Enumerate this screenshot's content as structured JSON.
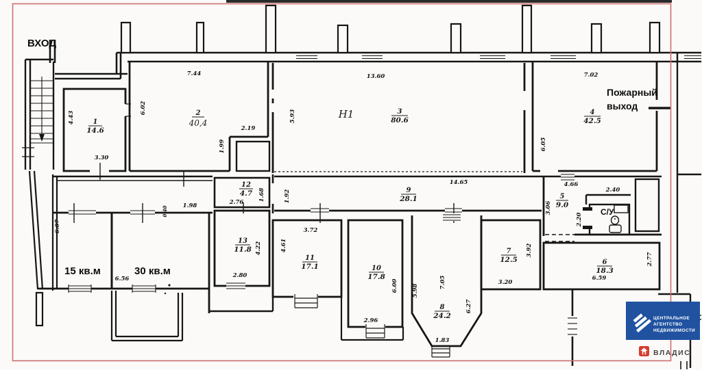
{
  "document": {
    "type": "floor-plan-scan"
  },
  "labels": {
    "entrance": "ВХОД",
    "fire_exit_line1": "Пожарный",
    "fire_exit_line2": "выход",
    "room_15": "15 кв.м",
    "room_30": "30 кв.м",
    "wc": "С/У",
    "hall_zone": "Н1"
  },
  "rooms": {
    "r1": {
      "num": "1",
      "area": "14.6"
    },
    "r2": {
      "num": "2",
      "area": "40,4"
    },
    "r3": {
      "num": "3",
      "area": "80.6"
    },
    "r4": {
      "num": "4",
      "area": "42.5"
    },
    "r5": {
      "num": "5",
      "area": "9.0"
    },
    "r6": {
      "num": "6",
      "area": "18.3"
    },
    "r7": {
      "num": "7",
      "area": "12.5"
    },
    "r8": {
      "num": "8",
      "area": "24.2"
    },
    "r9": {
      "num": "9",
      "area": "28.1"
    },
    "r10": {
      "num": "10",
      "area": "17.8"
    },
    "r11": {
      "num": "11",
      "area": "17.1"
    },
    "r12": {
      "num": "12",
      "area": "4.7"
    },
    "r13": {
      "num": "13",
      "area": "11.8"
    }
  },
  "dims": {
    "r2_top": "7.44",
    "r2_left": "6.02",
    "r2_notch_w": "2.19",
    "r2_notch_h": "1.99",
    "r3_top": "13.60",
    "r3_left": "5.93",
    "r4_top": "7.02",
    "r4_left": "6.05",
    "r1_left": "4.43",
    "r1_bottom": "3.30",
    "r9_top": "14.65",
    "r9_left": "1.92",
    "r5_top": "4.66",
    "r5_nook": "2.40",
    "r5_left": "3.06",
    "wc_door": "2.20",
    "hall_left": "6.07",
    "hall_top": "1.98",
    "hall_step": "0.40",
    "r12_bottom": "2.76",
    "r12_right": "1.68",
    "r13_right": "4.22",
    "r13_bottom": "2.80",
    "room30_bottom": "6.56",
    "r11_top": "3.72",
    "r11_left": "4.61",
    "r10_right": "6.00",
    "r10_bottom": "2.96",
    "r8_left": "5.98",
    "r8_upper": "7.05",
    "r8_right": "6.27",
    "r8_window": "1.83",
    "r7_right": "3.92",
    "r7_bottom": "3.20",
    "r6_right": "2.77",
    "r6_bottom": "6.59"
  },
  "branding": {
    "agency_line1": "ЦЕНТРАЛЬНОЕ",
    "agency_line2": "АГЕНТСТВО",
    "agency_line3": "НЕДВИЖИМОСТИ",
    "portal": "ВЛАДИС"
  },
  "colors": {
    "brand_blue": "#2052a0",
    "accent_red": "#d63b2f",
    "border_red": "#cb6f6f"
  }
}
